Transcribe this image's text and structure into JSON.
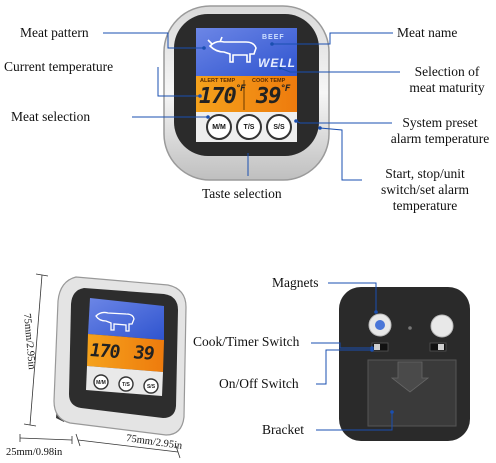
{
  "top_diagram": {
    "labels": {
      "meat_pattern": "Meat pattern",
      "current_temperature": "Current temperature",
      "meat_selection": "Meat selection",
      "taste_selection": "Taste selection",
      "meat_name": "Meat name",
      "meat_maturity_line1": "Selection of",
      "meat_maturity_line2": "meat maturity",
      "preset_line1": "System preset",
      "preset_line2": "alarm temperature",
      "start_line1": "Start, stop/unit",
      "start_line2": "switch/set alarm",
      "start_line3": "temperature"
    },
    "display": {
      "meat_name_text": "BEEF",
      "maturity_text": "WELL",
      "left_header": "ALERT TEMP",
      "right_header": "COOK TEMP",
      "current_temp": "170",
      "current_unit": "°F",
      "alarm_temp": "39",
      "alarm_unit": "°F"
    },
    "buttons": {
      "meat": "M/M",
      "taste": "T/S",
      "start": "S/S"
    }
  },
  "bottom_left": {
    "height_dim": "75mm/2.95in",
    "width_dim": "75mm/2.95in",
    "depth_dim": "25mm/0.98in",
    "display": {
      "current_temp": "170",
      "alarm_temp": "39"
    }
  },
  "bottom_right": {
    "labels": {
      "magnets": "Magnets",
      "cook_timer_switch": "Cook/Timer Switch",
      "on_off_switch": "On/Off Switch",
      "bracket": "Bracket"
    }
  },
  "colors": {
    "lcd_blue": "#3a5fd8",
    "lcd_orange": "#f08a10",
    "lcd_digits": "#222222",
    "device_dark": "#2b2b2b",
    "leader_line": "#1a4fb0"
  }
}
